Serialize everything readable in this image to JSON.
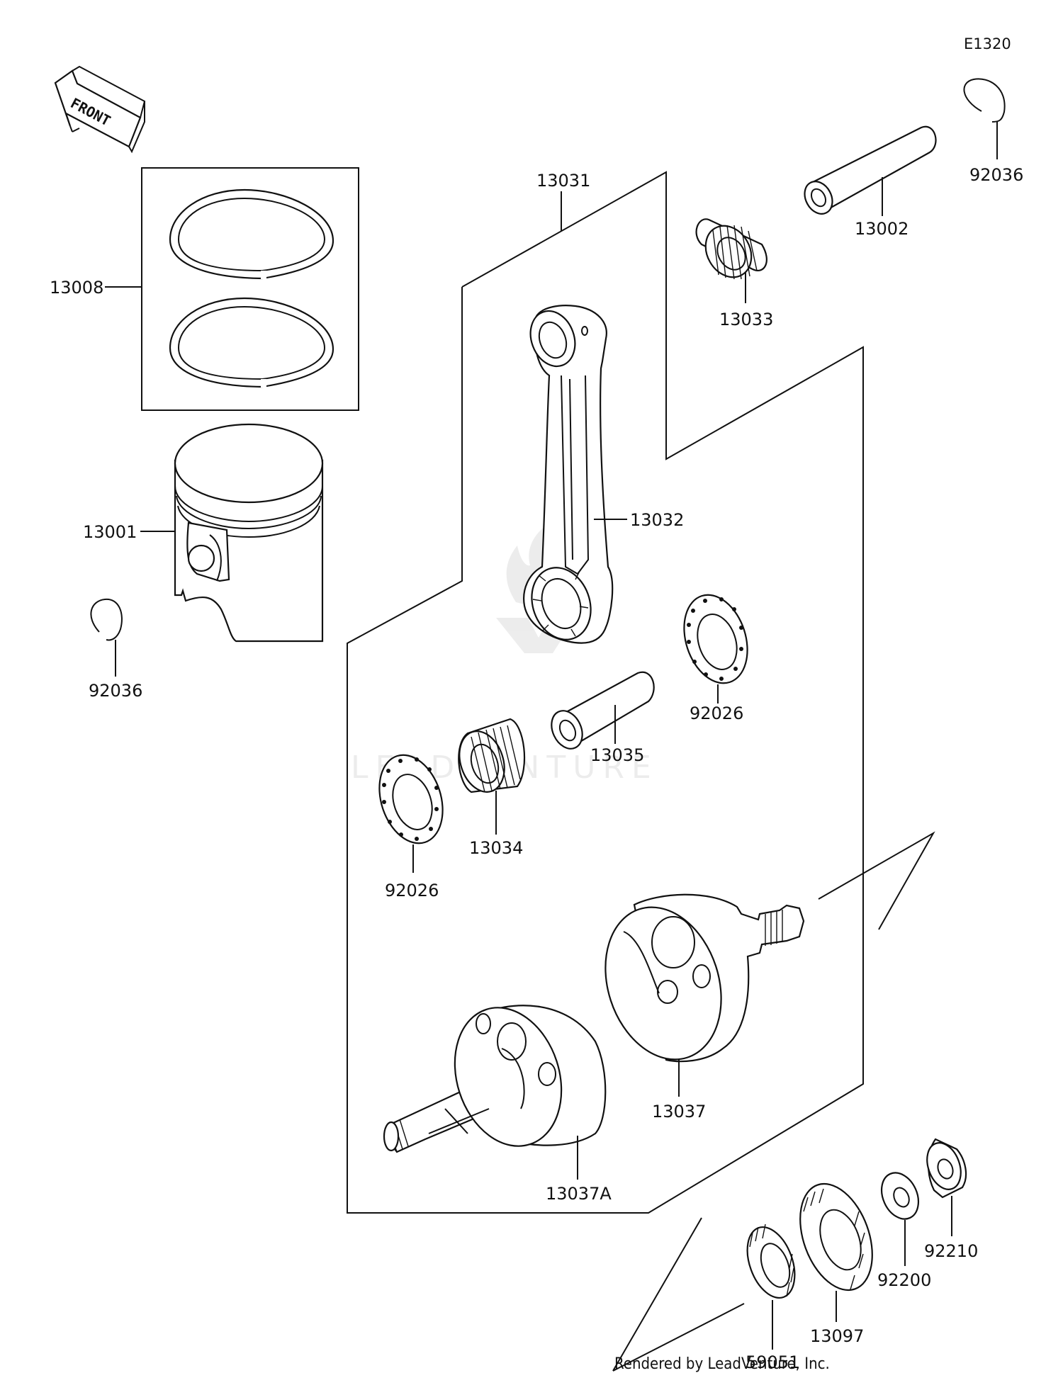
{
  "diagram_code": "E1320",
  "front_label": "FRONT",
  "watermark": "LEADVENTURE",
  "credit": "Rendered by LeadVenture, Inc.",
  "parts": {
    "piston_ring_set": "13008",
    "piston": "13001",
    "piston_pin_clip_left": "92036",
    "piston_pin_clip_right": "92036",
    "piston_pin": "13002",
    "small_end_bearing": "13033",
    "connecting_rod_assembly": "13031",
    "connecting_rod": "13032",
    "crank_pin_washer_right": "92026",
    "crank_pin": "13035",
    "big_end_bearing": "13034",
    "crank_pin_washer_left": "92026",
    "flywheel_right": "13037",
    "flywheel_left": "13037A",
    "primary_gear": "13097",
    "key_gear": "59051",
    "washer": "92200",
    "nut": "92210"
  },
  "icons": [
    "front-arrow-icon",
    "leadventure-logo-icon"
  ]
}
